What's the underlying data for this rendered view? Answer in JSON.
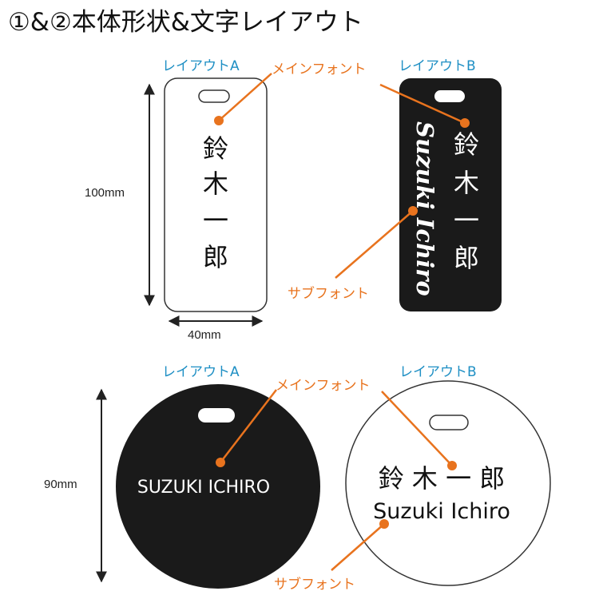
{
  "title": "①&②本体形状&文字レイアウト",
  "labels": {
    "layout_a": "レイアウトA",
    "layout_b": "レイアウトB",
    "main_font": "メインフォント",
    "sub_font": "サブフォント"
  },
  "dimensions": {
    "rect_height": "100mm",
    "rect_width": "40mm",
    "circle_diameter": "90mm"
  },
  "name": {
    "kanji_1": "鈴",
    "kanji_2": "木",
    "kanji_3": "一",
    "kanji_4": "郎",
    "kanji_line": "鈴 木 一 郎",
    "roman_italic": "Suzuki Ichiro",
    "roman_upper": "SUZUKI ICHIRO",
    "roman_regular": "Suzuki Ichiro"
  },
  "colors": {
    "accent_orange": "#e8731e",
    "label_blue": "#1e8fc4",
    "tag_black": "#1a1a1a"
  }
}
